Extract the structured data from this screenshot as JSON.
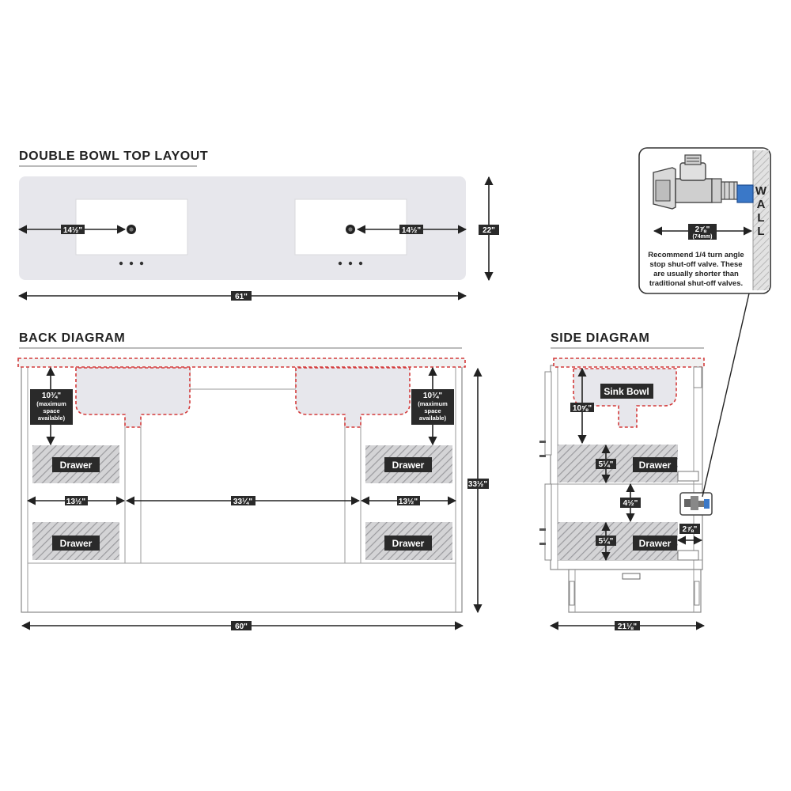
{
  "titles": {
    "top_layout": "DOUBLE BOWL TOP LAYOUT",
    "back": "BACK DIAGRAM",
    "side": "SIDE DIAGRAM"
  },
  "top_layout": {
    "left_offset": "14½\"",
    "right_offset": "14½\"",
    "depth": "22\"",
    "width": "61\""
  },
  "back": {
    "left_clearance": [
      "10¾\"",
      "(maximum",
      "space",
      "available)"
    ],
    "right_clearance": [
      "10¾\"",
      "(maximum",
      "space",
      "available)"
    ],
    "drawer_label": "Drawer",
    "left_width": "13½\"",
    "middle_width": "33¼\"",
    "right_width": "13½\"",
    "height": "33½\"",
    "width": "60\""
  },
  "side": {
    "sink_bowl": "Sink Bowl",
    "bowl_depth": "10⅝\"",
    "drawer_label": "Drawer",
    "drawer_height_top": "5¼\"",
    "gap": "4½\"",
    "drawer_height_bottom": "5¼\"",
    "valve_offset": "2⅞\"",
    "depth": "21⅛\""
  },
  "callout": {
    "valve_width": "2⅞\"",
    "valve_width_mm": "(74mm)",
    "note": [
      "Recommend 1/4 turn angle",
      "stop shut-off valve. These",
      "are usually shorter than",
      "traditional shut-off valves."
    ],
    "wall": [
      "W",
      "A",
      "L",
      "L"
    ]
  },
  "colors": {
    "text": "#222222",
    "label_bg": "#2a2a2a",
    "panel": "#e7e7ec",
    "red_dash": "#d33a3a",
    "valve_blue": "#3a78c8"
  }
}
